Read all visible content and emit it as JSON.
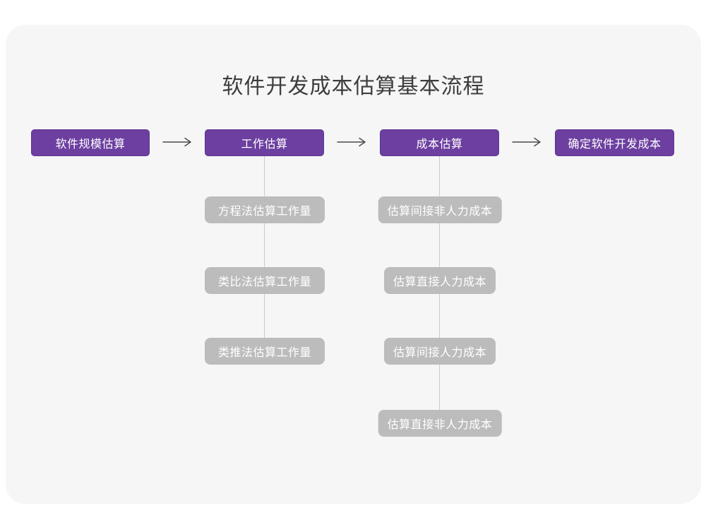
{
  "title": "软件开发成本估算基本流程",
  "colors": {
    "primary": "#6C3FA0",
    "primary-border": "#5D3590",
    "branch-box": "#BCBCBC",
    "card-bg": "#F6F6F6",
    "page-bg": "#FFFFFF",
    "arrow": "#4A4A4A",
    "connector": "#CBCBCB",
    "title-color": "#3D3D3D",
    "box-text": "#FFFFFF"
  },
  "flow": {
    "steps": [
      {
        "label": "软件规模估算"
      },
      {
        "label": "工作估算"
      },
      {
        "label": "成本估算"
      },
      {
        "label": "确定软件开发成本"
      }
    ]
  },
  "work_methods": {
    "items": [
      {
        "label": "方程法估算工作量"
      },
      {
        "label": "类比法估算工作量"
      },
      {
        "label": "类推法估算工作量"
      }
    ]
  },
  "cost_items": {
    "items": [
      {
        "label": "估算间接非人力成本"
      },
      {
        "label": "估算直接人力成本"
      },
      {
        "label": "估算间接人力成本"
      },
      {
        "label": "估算直接非人力成本"
      }
    ]
  }
}
